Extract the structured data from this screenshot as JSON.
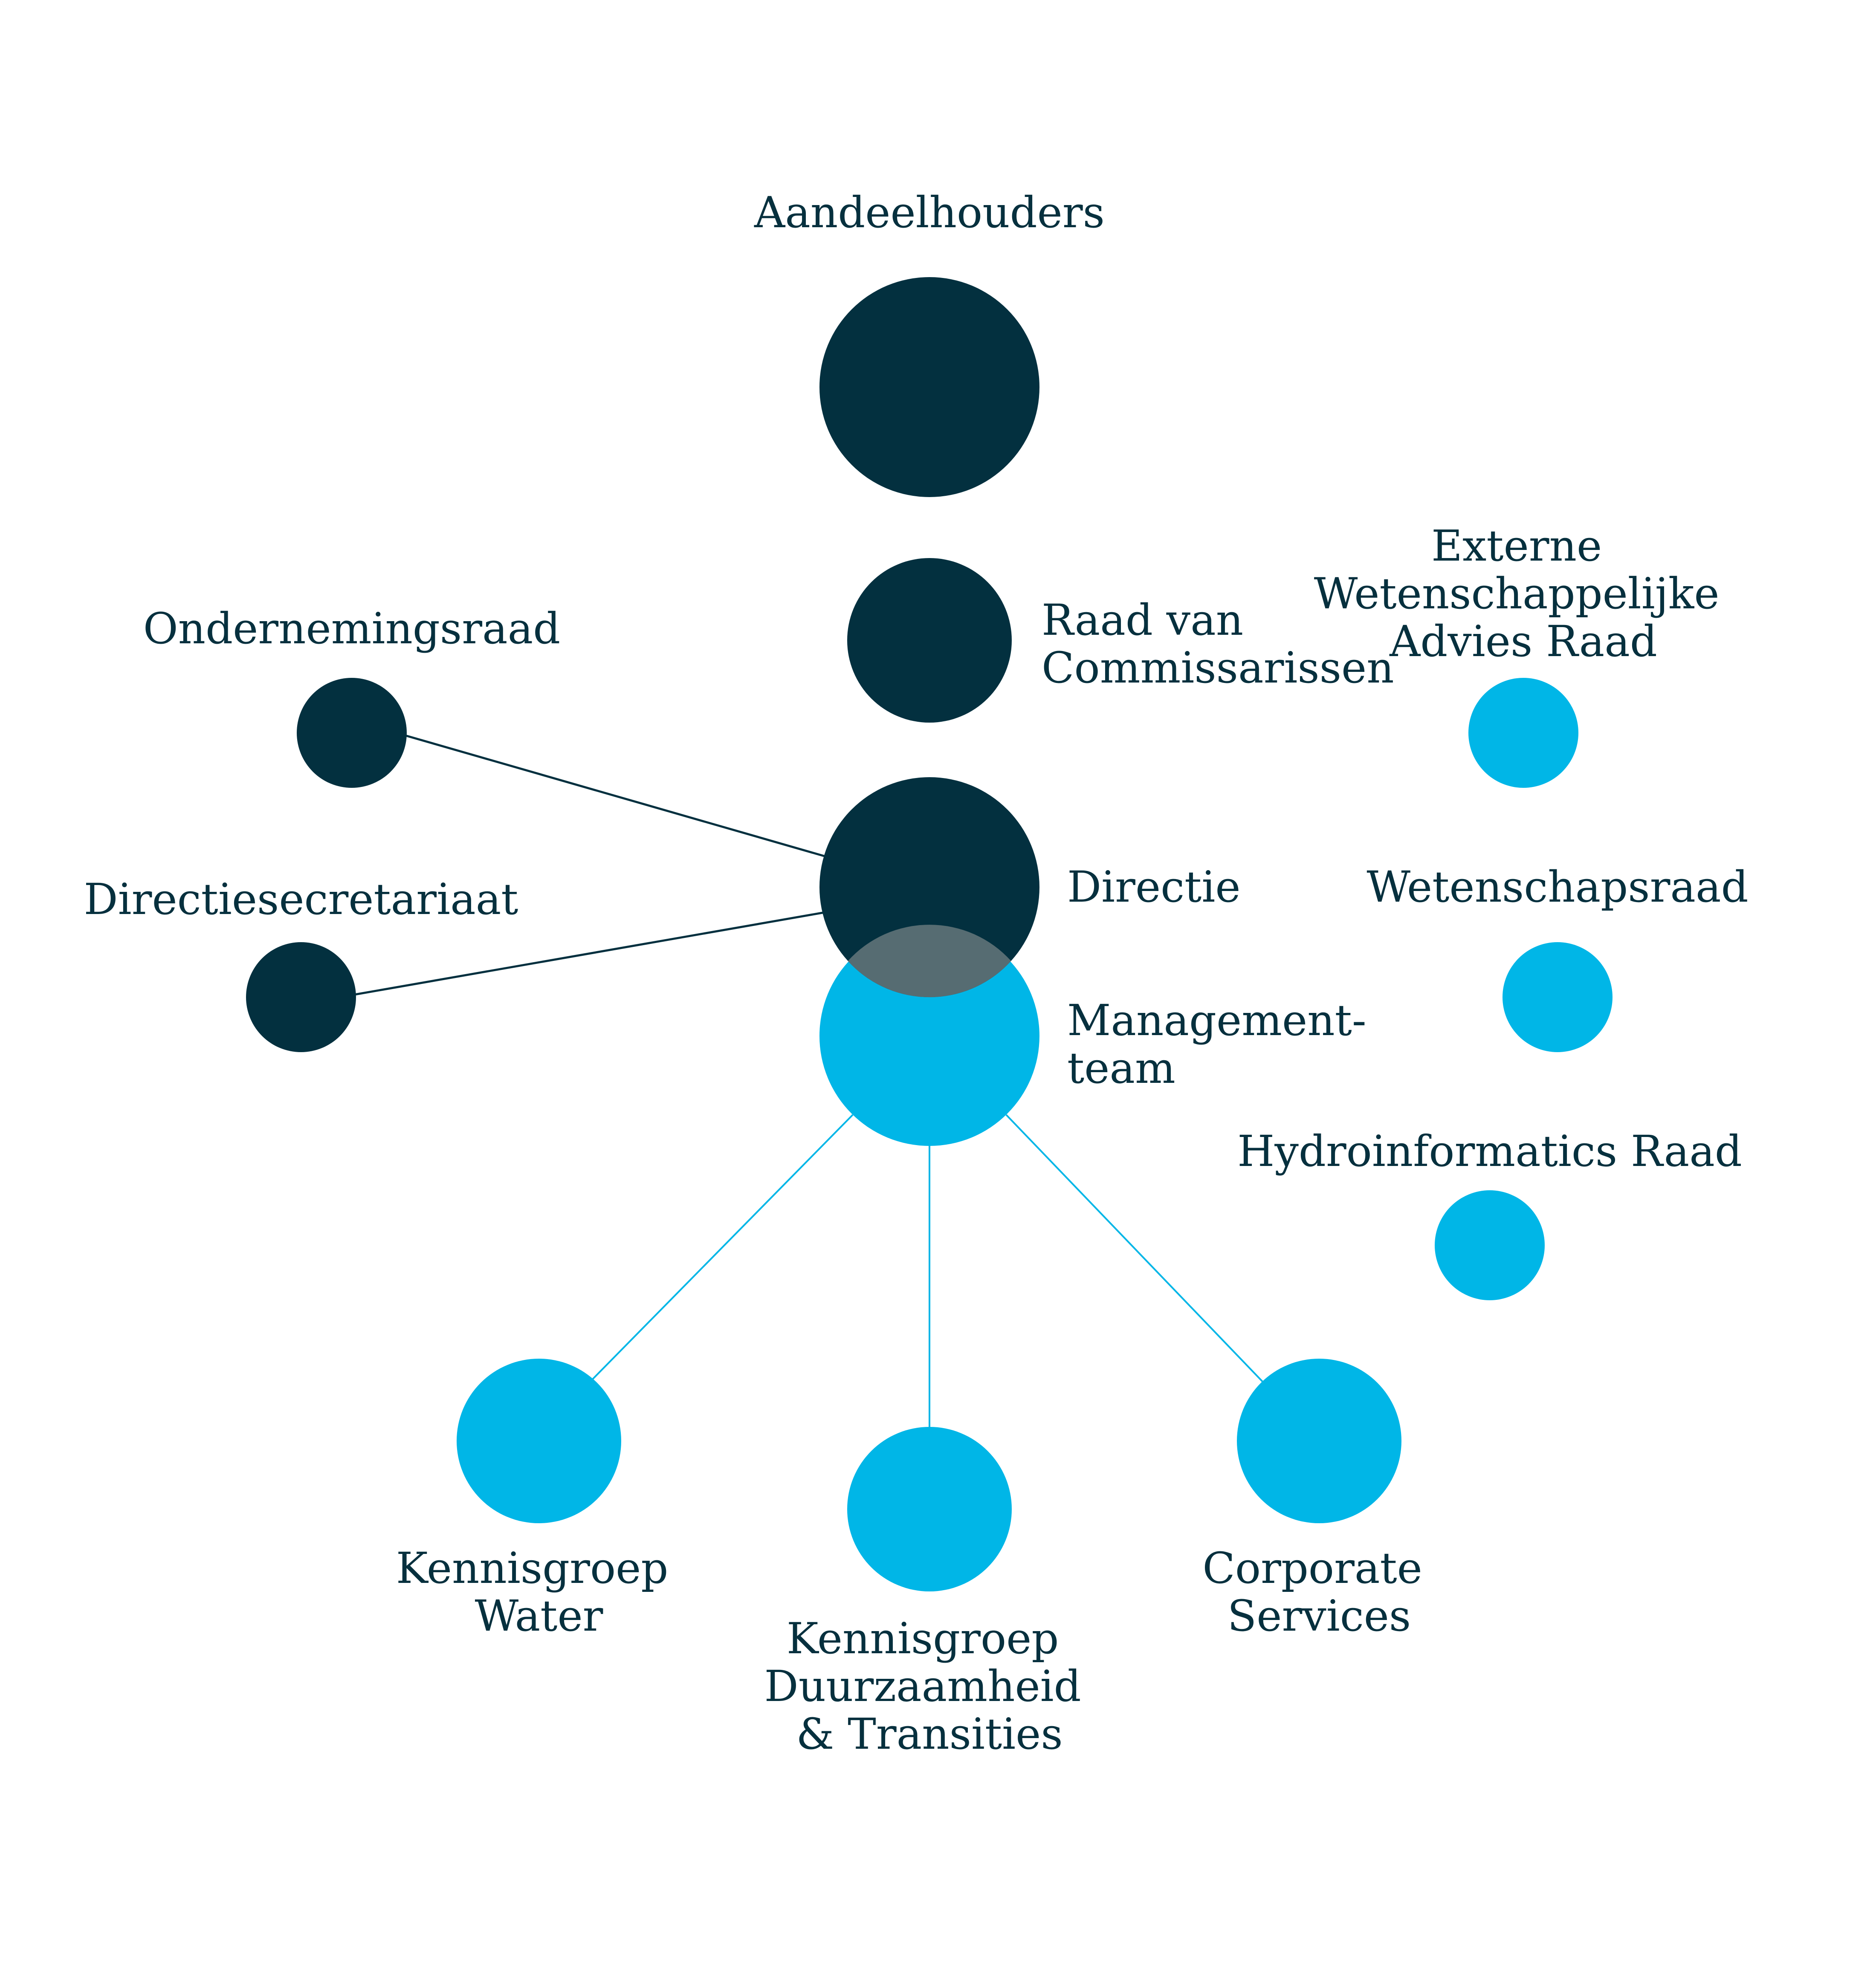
{
  "colors": {
    "dark": "#03303f",
    "accent": "#00b6e7",
    "overlap": "#566c72",
    "text": "#06303e"
  },
  "nodes": {
    "aandeelhouders": {
      "label": [
        "Aandeelhouders"
      ]
    },
    "raad_van_commissarissen": {
      "label": [
        "Raad van",
        "Commissarissen"
      ]
    },
    "ondernemingsraad": {
      "label": [
        "Ondernemingsraad"
      ]
    },
    "directiesecretariaat": {
      "label": [
        "Directiesecretariaat"
      ]
    },
    "directie": {
      "label": [
        "Directie"
      ]
    },
    "managementteam": {
      "label": [
        "Management-",
        "team"
      ]
    },
    "externe_wetenschappelijke_advies_raad": {
      "label": [
        "Externe",
        "Wetenschappelijke",
        "Advies Raad"
      ]
    },
    "wetenschapsraad": {
      "label": [
        "Wetenschapsraad"
      ]
    },
    "hydroinformatics_raad": {
      "label": [
        "Hydroinformatics Raad"
      ]
    },
    "kennisgroep_water": {
      "label": [
        "Kennisgroep",
        "Water"
      ]
    },
    "kennisgroep_duurzaamheid": {
      "label": [
        "Kennisgroep",
        "Duurzaamheid",
        "& Transities"
      ]
    },
    "corporate_services": {
      "label": [
        "Corporate",
        "Services"
      ]
    }
  }
}
